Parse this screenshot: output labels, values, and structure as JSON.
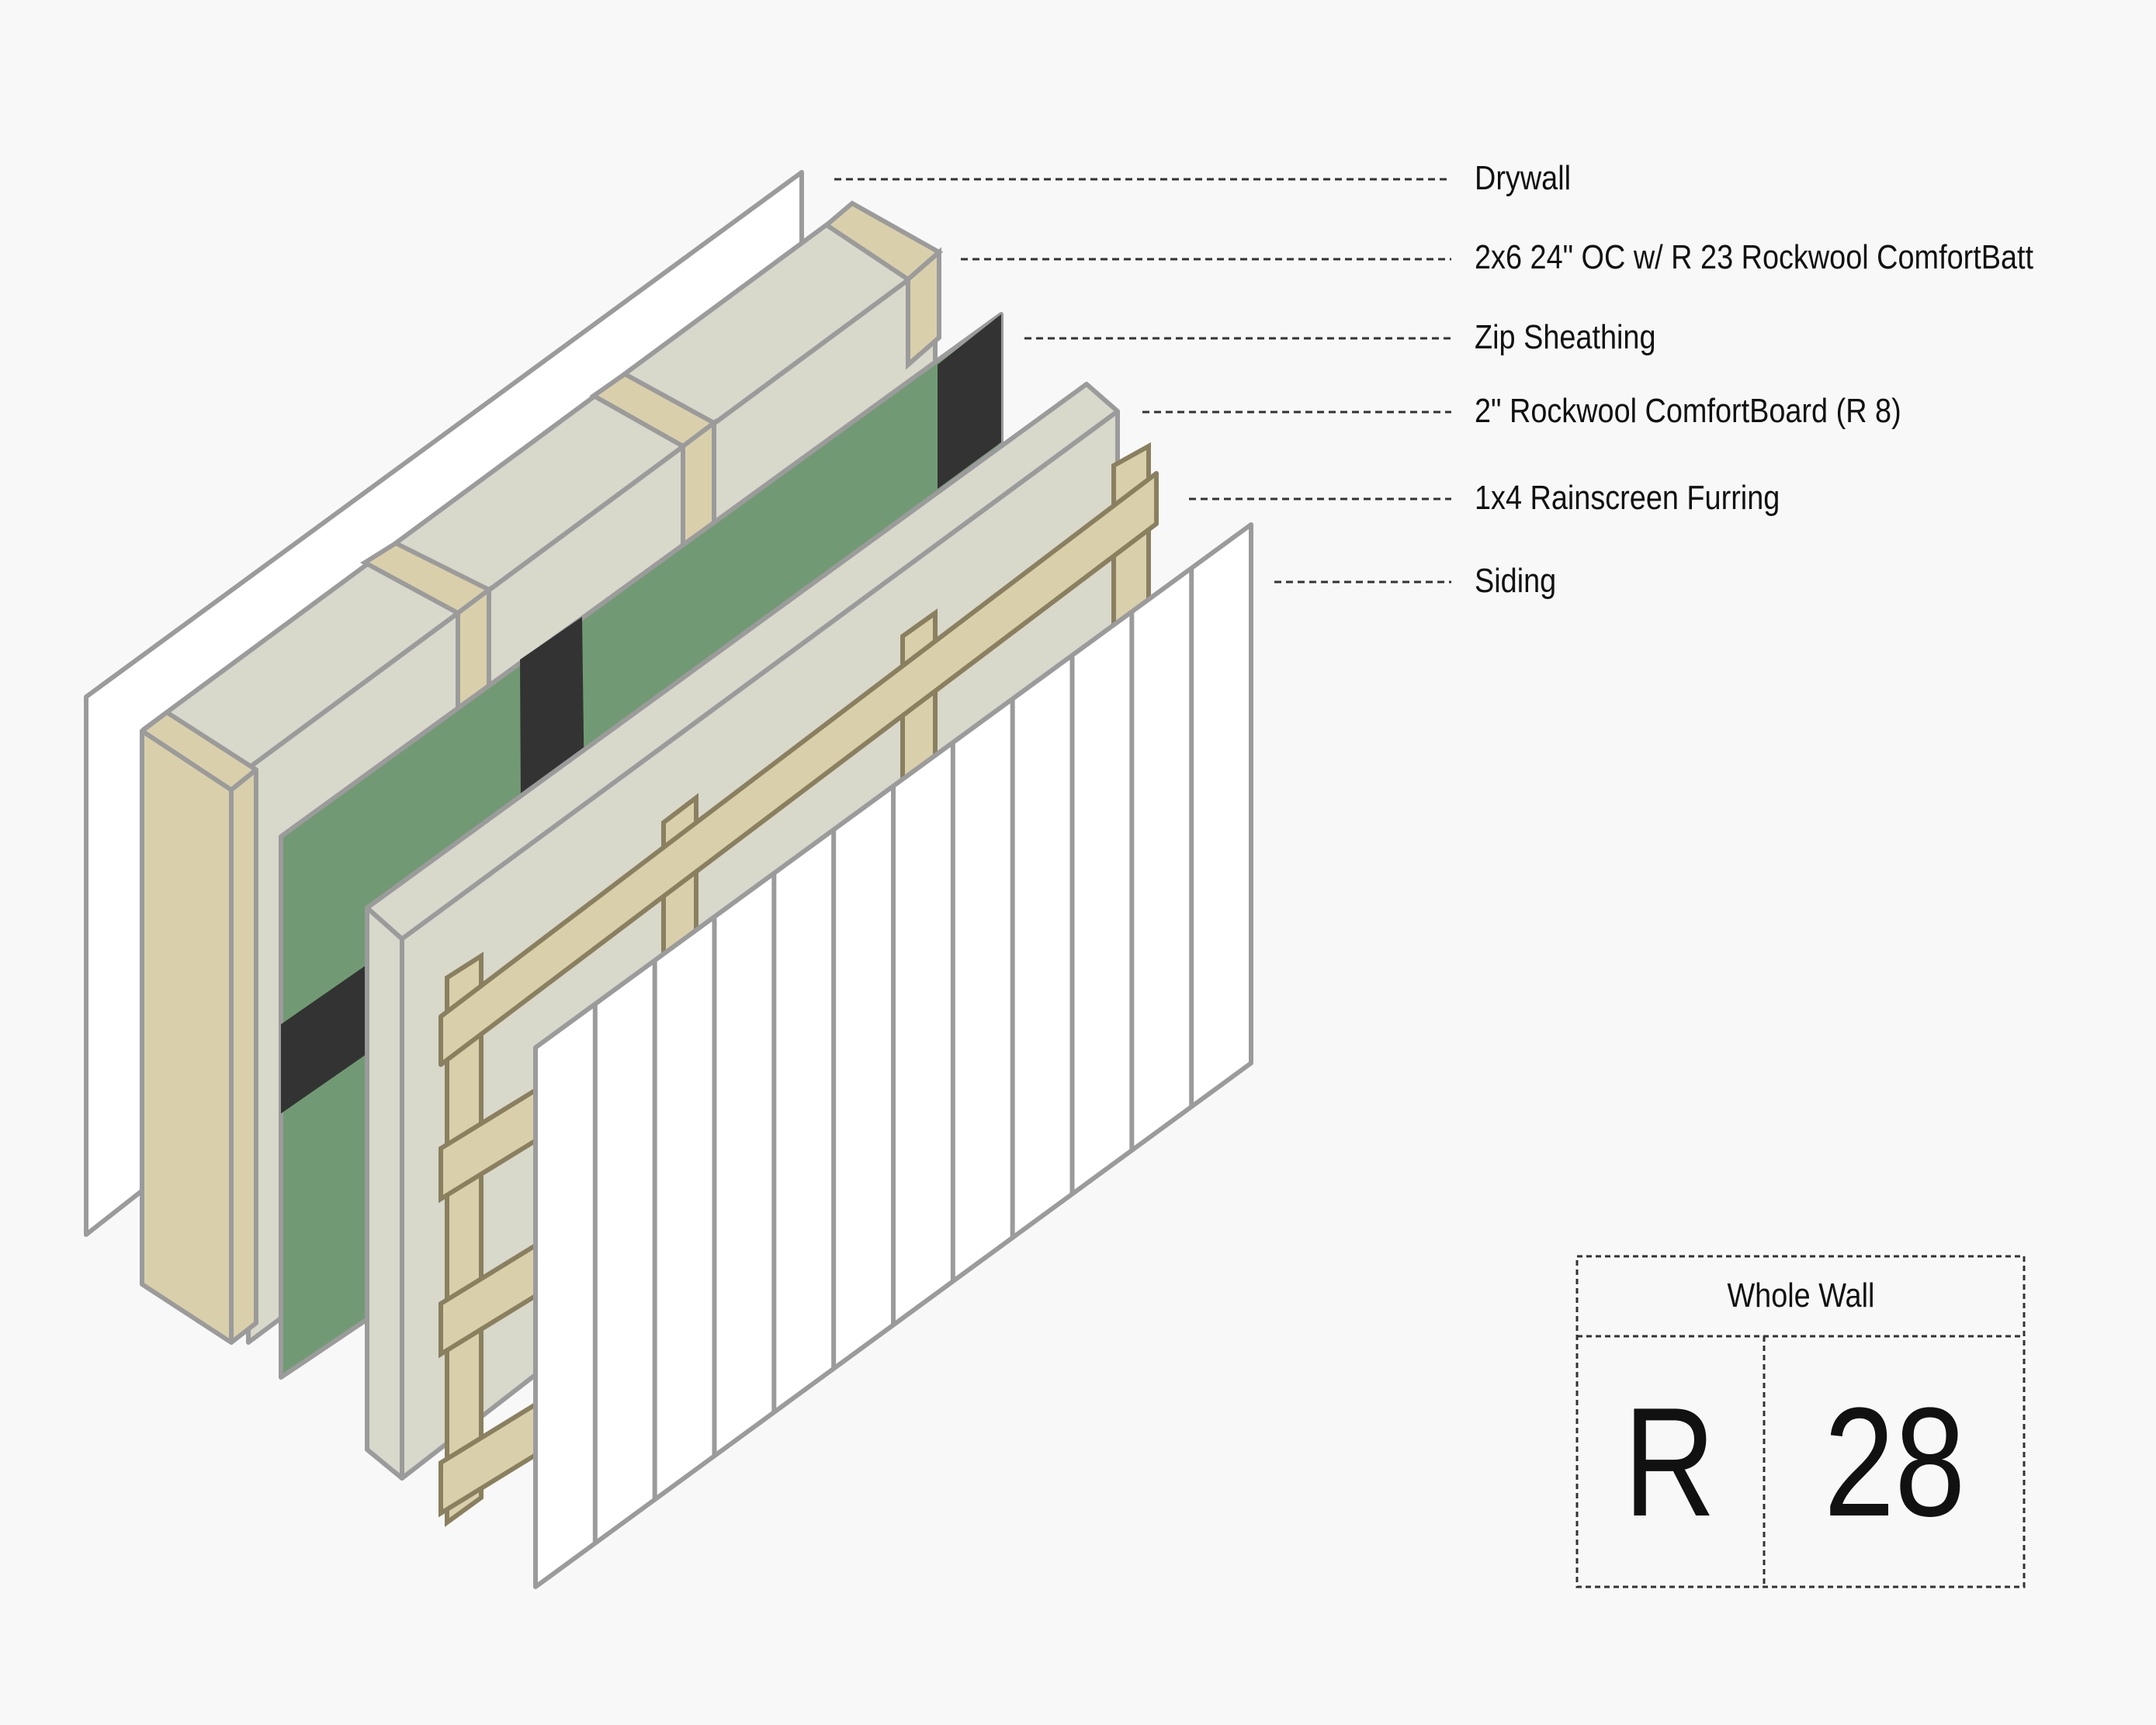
{
  "labels": [
    {
      "key": "drywall",
      "text": "Drywall"
    },
    {
      "key": "studs",
      "text": "2x6 24\" OC w/ R 23 Rockwool ComfortBatt"
    },
    {
      "key": "sheathing",
      "text": "Zip Sheathing"
    },
    {
      "key": "board",
      "text": "2\" Rockwool ComfortBoard (R 8)"
    },
    {
      "key": "furring",
      "text": "1x4 Rainscreen Furring"
    },
    {
      "key": "siding",
      "text": "Siding"
    }
  ],
  "summary": {
    "heading": "Whole Wall",
    "unit": "R",
    "value": "28"
  },
  "colors": {
    "background": "#f8f8f8",
    "outline": "#9b9b9b",
    "wood": "#d9d0ab",
    "wood_outline": "#8a8060",
    "insulation": "#d8d8cb",
    "sheathing_green": "#719a74",
    "tape_black": "#333333",
    "siding": "#ffffff",
    "text": "#111111"
  }
}
